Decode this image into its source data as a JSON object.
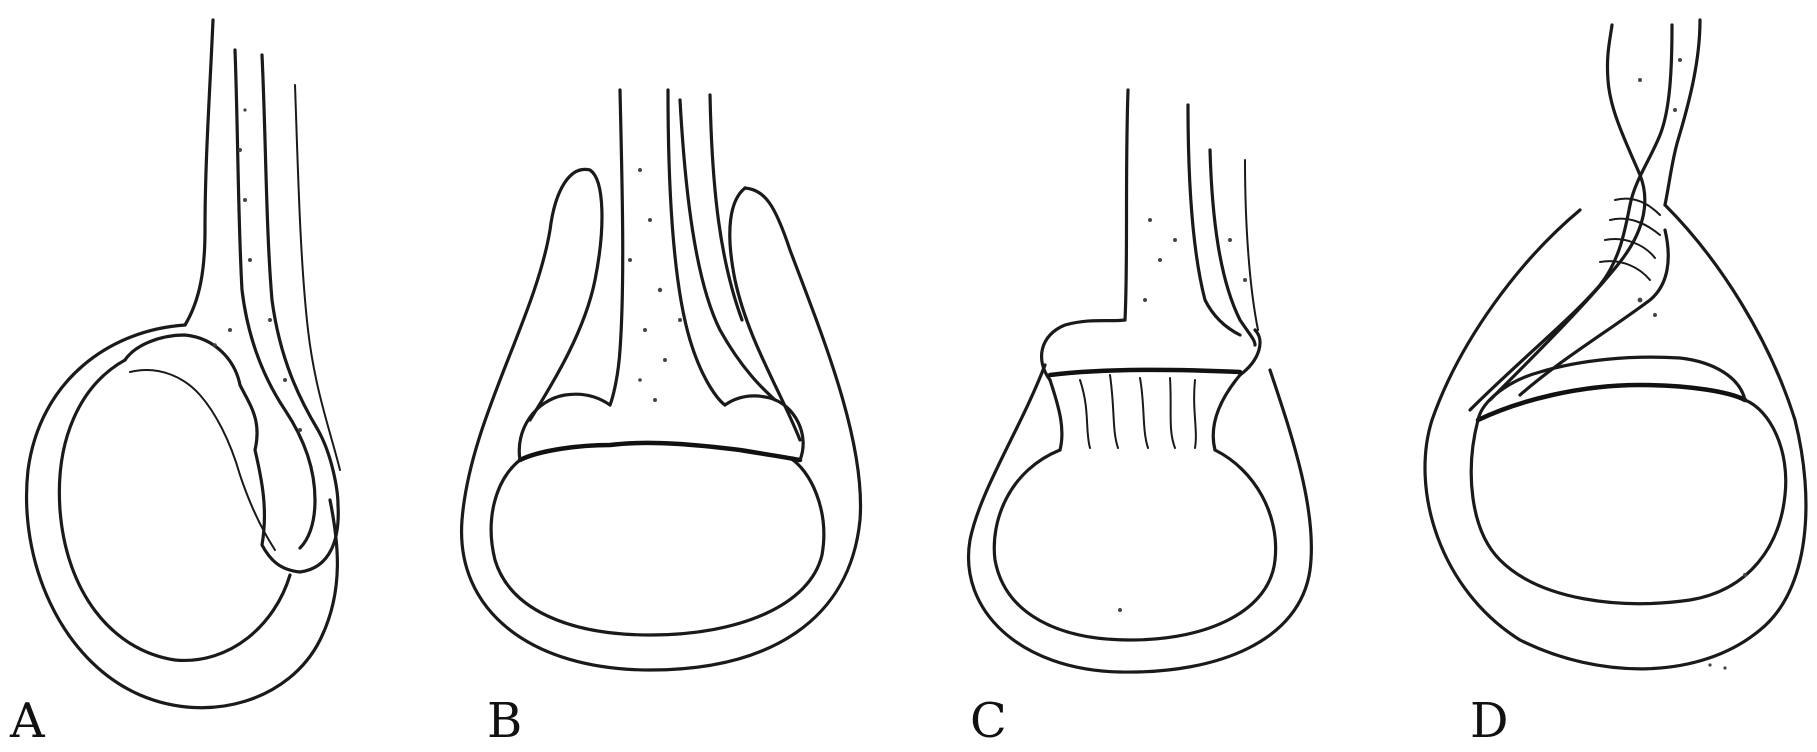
{
  "panels": [
    {
      "id": "A",
      "label": "A"
    },
    {
      "id": "B",
      "label": "B"
    },
    {
      "id": "C",
      "label": "C"
    },
    {
      "id": "D",
      "label": "D"
    }
  ]
}
